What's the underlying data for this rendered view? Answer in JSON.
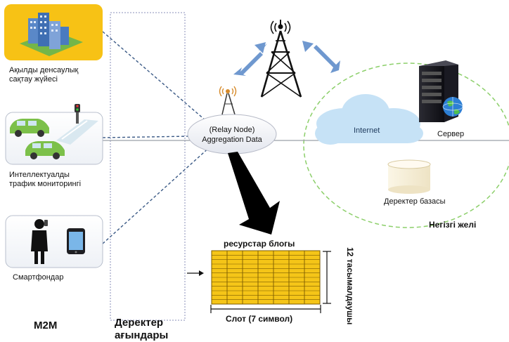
{
  "labels": {
    "healthcare": [
      "Ақылды денсаулық",
      "сақтау жүйесі"
    ],
    "traffic": [
      "Интеллектуалды",
      "трафик мониторингі"
    ],
    "smartphones": "Смартфондар",
    "m2m": "M2M",
    "data_flows": [
      "Деректер",
      "ағындары"
    ],
    "relay_node": [
      "(Relay Node)",
      "Aggregation Data"
    ],
    "internet": "Internet",
    "server": "Сервер",
    "database": "Деректер базасы",
    "core_network": "Негізгі желі",
    "resource_block": "ресурстар блогы",
    "slot": "Слот (7 символ)",
    "subcarriers": "12 тасымалдаушы"
  },
  "resource_grid": {
    "rows": 12,
    "columns": 7
  },
  "colors": {
    "grid_fill": "#F5C518",
    "grid_line": "#7a5a00",
    "cloud": "#c6e2f6",
    "link_dashed": "#3b5a86",
    "core_ring": "#8ccf6a",
    "arrow_blue": "#6f98cf",
    "healthcare_bg": "#f7c215"
  },
  "icons": [
    "buildings-icon",
    "cars-icon",
    "person-phone-icon",
    "smartphone-icon",
    "antenna-icon",
    "tower-icon",
    "cloud-icon",
    "server-icon",
    "globe-icon",
    "database-icon"
  ]
}
